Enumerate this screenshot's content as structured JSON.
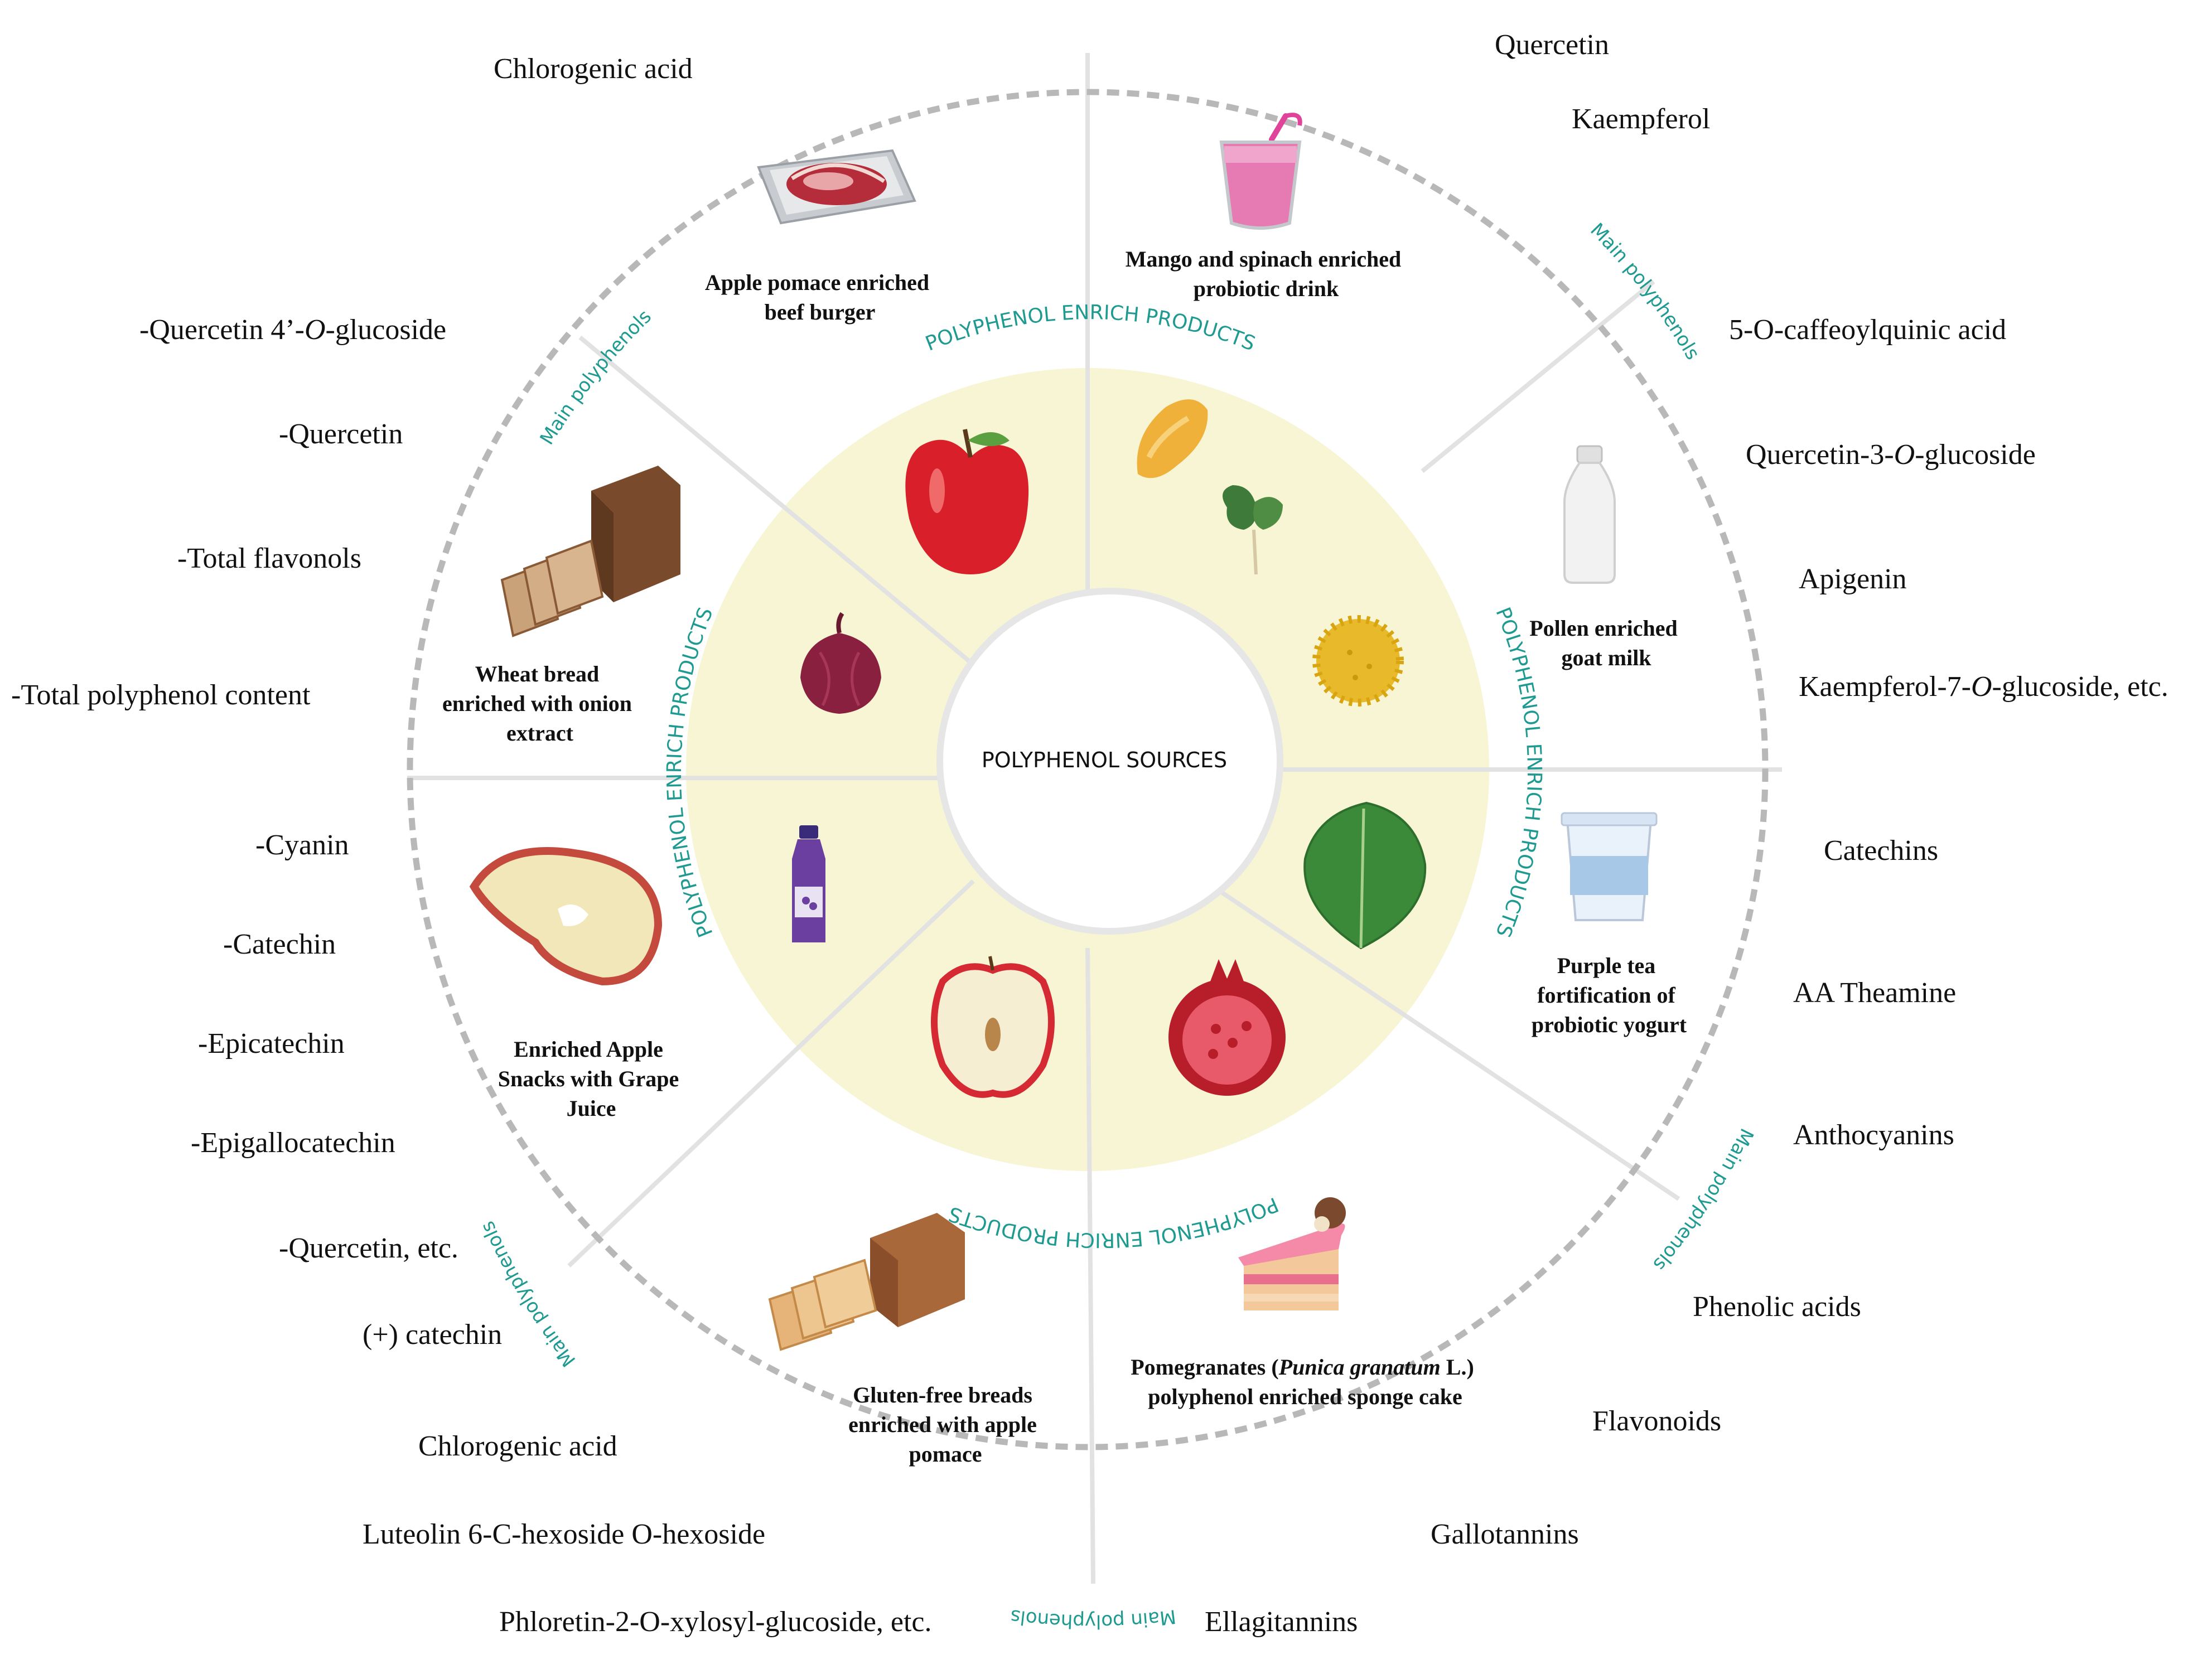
{
  "colors": {
    "teal": "#1e9a90",
    "ring_fill": "#f7f5d3",
    "divider": "#e2e2e2",
    "dashed_border": "#b8b8b8"
  },
  "center_label": "POLYPHENOL SOURCES",
  "ring_labels": {
    "enrich": "POLYPHENOL ENRICH PRODUCTS",
    "main": "Main polyphenols"
  },
  "products": {
    "beef_burger": [
      "Apple pomace enriched",
      "beef burger"
    ],
    "probiotic_drink": [
      "Mango and spinach enriched",
      "probiotic drink"
    ],
    "goat_milk": [
      "Pollen enriched",
      "goat milk"
    ],
    "yogurt": [
      "Purple tea",
      "fortification of",
      "probiotic yogurt"
    ],
    "sponge_cake": {
      "line1_pre": "Pomegranates (",
      "line1_italic": "Punica granatum",
      "line1_post": " L.)",
      "line2": "polyphenol enriched sponge cake"
    },
    "gluten_free": [
      "Gluten-free breads",
      "enriched with apple",
      "pomace"
    ],
    "apple_snacks": [
      "Enriched Apple",
      "Snacks with Grape",
      "Juice"
    ],
    "wheat_bread": [
      "Wheat bread",
      "enriched with onion",
      "extract"
    ]
  },
  "compounds": {
    "top_left": "Chlorogenic acid",
    "upper_left_1_pre": "-Quercetin 4’-",
    "upper_left_1_italic": "O",
    "upper_left_1_post": "-glucoside",
    "upper_left_2": "-Quercetin",
    "upper_left_3": "-Total flavonols",
    "upper_left_4": "-Total polyphenol content",
    "lower_left": [
      "-Cyanin",
      "-Catechin",
      "-Epicatechin",
      "-Epigallocatechin",
      "-Quercetin, etc."
    ],
    "bottom_left": [
      "(+) catechin",
      "Chlorogenic acid",
      "Luteolin 6-C-hexoside O-hexoside",
      "Phloretin-2-O-xylosyl-glucoside, etc."
    ],
    "top_right": [
      "Quercetin",
      "Kaempferol",
      "5-O-caffeoylquinic acid"
    ],
    "right_q3g_pre": "Quercetin-3-",
    "right_q3g_italic": "O",
    "right_q3g_post": "-glucoside",
    "right_apigenin": "Apigenin",
    "right_k7g_pre": "Kaempferol-7-",
    "right_k7g_italic": "O",
    "right_k7g_post": "-glucoside, etc.",
    "right_lower": [
      "Catechins",
      "AA Theamine",
      "Anthocyanins"
    ],
    "bottom_right": [
      "Phenolic acids",
      "Flavonoids",
      "Gallotannins",
      "Ellagitannins"
    ]
  },
  "icons": [
    "meat-tray-icon",
    "smoothie-cup-icon",
    "milk-bottle-icon",
    "yogurt-cup-icon",
    "cake-slice-icon",
    "bread-loaf-icon",
    "dried-apple-ring-icon",
    "apple-icon",
    "mango-icon",
    "spinach-icon",
    "pollen-grain-icon",
    "leaf-icon",
    "pomegranate-icon",
    "apple-half-icon",
    "grape-juice-bottle-icon",
    "onion-icon"
  ]
}
